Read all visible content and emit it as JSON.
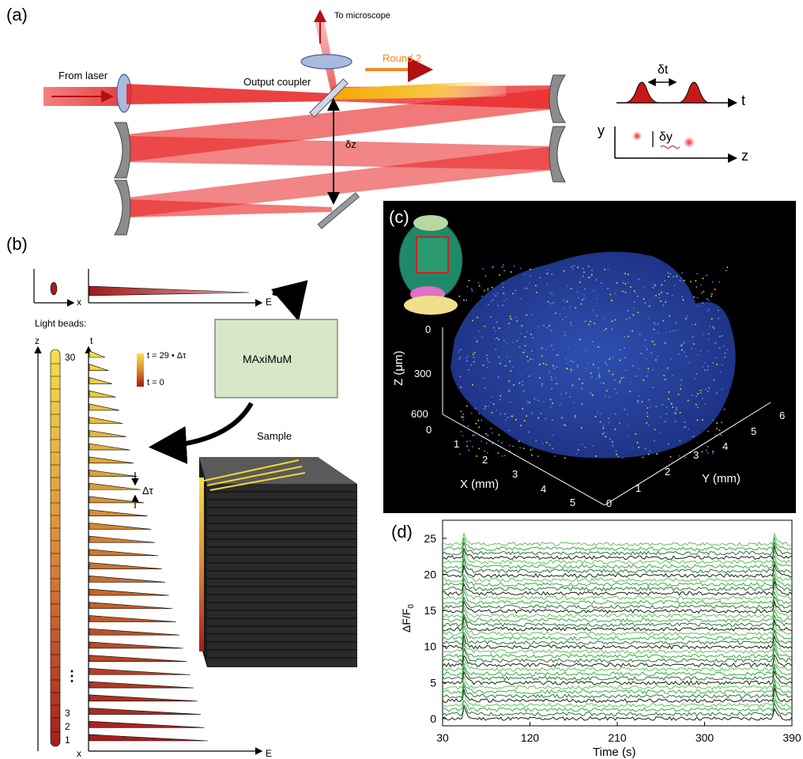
{
  "panels": {
    "a": "(a)",
    "b": "(b)",
    "c": "(c)",
    "d": "(d)"
  },
  "panel_a": {
    "from_laser": "From laser",
    "to_microscope": "To microscope",
    "round2": "Round 2",
    "output_coupler": "Output coupler",
    "dz": "δz",
    "dt": "δt",
    "t": "t",
    "y": "y",
    "dy": "δy",
    "z": "z"
  },
  "panel_b": {
    "x": "x",
    "E": "E",
    "light_beads": "Light beads:",
    "z": "z",
    "t": "t",
    "maximum": "MAxiMuM",
    "sample": "Sample",
    "t_top": "t = 29 • Δτ",
    "t_zero": "t = 0",
    "dtau": "Δτ",
    "bead_30": "30",
    "bead_3": "3",
    "bead_2": "2",
    "bead_1": "1",
    "ellipsis": "⋮"
  },
  "panel_c": {
    "z_axis_label": "Z (μm)",
    "x_axis_label": "X (mm)",
    "y_axis_label": "Y (mm)",
    "z_ticks": [
      "0",
      "300",
      "600"
    ],
    "x_ticks": [
      "0",
      "1",
      "2",
      "3",
      "4",
      "5"
    ],
    "y_ticks": [
      "0",
      "1",
      "2",
      "3",
      "4",
      "5",
      "6"
    ]
  },
  "panel_d": {
    "ylabel": "ΔF/F",
    "ylabel_sub": "0",
    "xlabel": "Time (s)",
    "y_ticks": [
      "0",
      "5",
      "10",
      "15",
      "20",
      "25"
    ],
    "x_ticks": [
      "30",
      "120",
      "210",
      "300",
      "390"
    ]
  },
  "chart_data": {
    "type": "line",
    "xlabel": "Time (s)",
    "ylabel": "ΔF/F0",
    "xlim": [
      30,
      390
    ],
    "ylim": [
      -1,
      27.5
    ],
    "series_count": 40,
    "offsets_start": 0,
    "offsets_step": 0.62,
    "event_times": [
      52,
      372
    ],
    "colors": [
      "#1a1a1a",
      "#1f7a2e",
      "#3aa845",
      "#5cc45a"
    ]
  }
}
